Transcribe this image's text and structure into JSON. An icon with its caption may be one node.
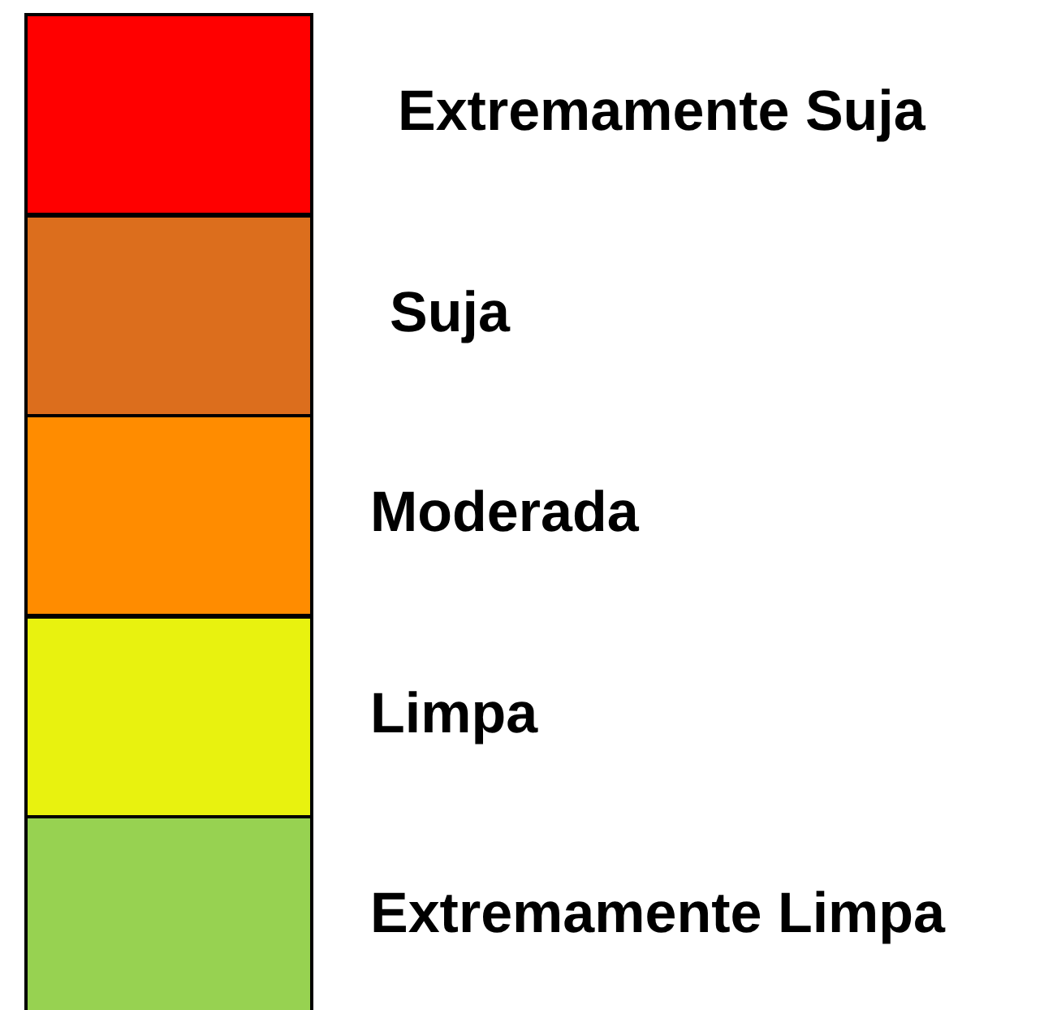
{
  "diagram": {
    "legend": [
      {
        "text": "Extremamente Suja",
        "color": "#ff0000"
      },
      {
        "text": "Suja",
        "color": "#dc6e1d"
      },
      {
        "text": "Moderada",
        "color": "#ff8c00"
      },
      {
        "text": "Limpa",
        "color": "#e8f20f"
      },
      {
        "text": "Extremamente Limpa",
        "color": "#97d251"
      }
    ]
  }
}
